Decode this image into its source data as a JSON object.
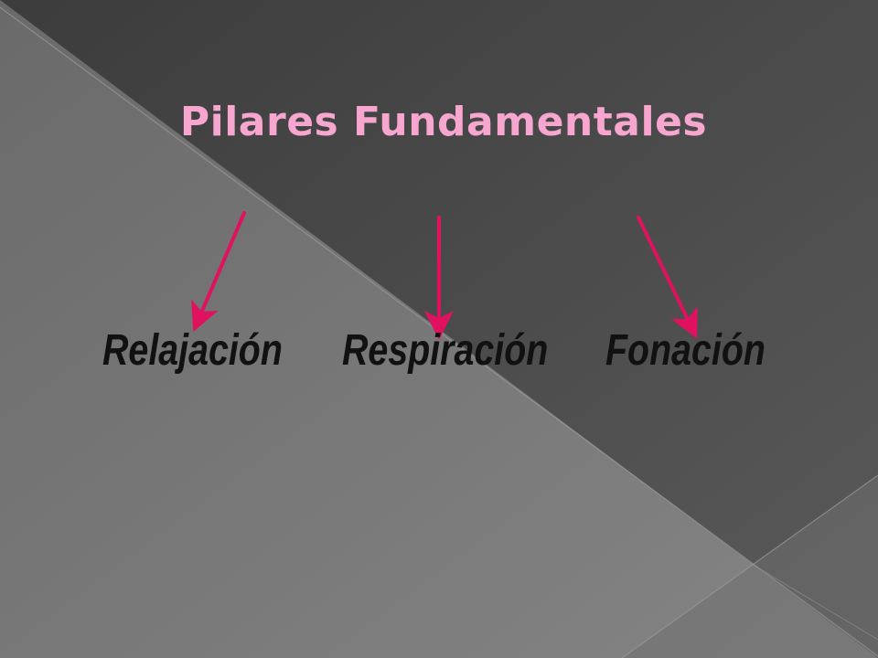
{
  "slide": {
    "title": "Pilares Fundamentales",
    "pillars": [
      {
        "label": "Relajación"
      },
      {
        "label": "Respiración"
      },
      {
        "label": "Fonación"
      }
    ]
  },
  "colors": {
    "title": "#f7a6cf",
    "arrow": "#e0115f",
    "label": "#111111",
    "background": "#4a4a4a"
  }
}
